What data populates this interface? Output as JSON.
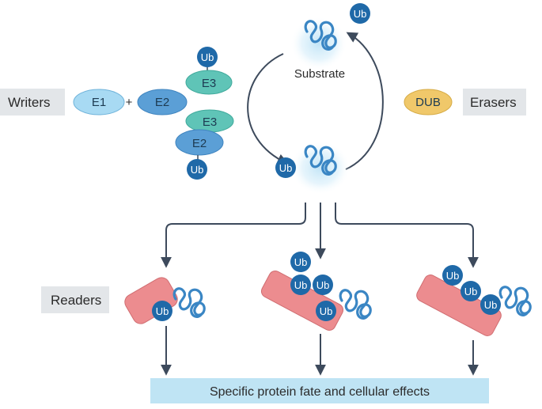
{
  "labels": {
    "writers": "Writers",
    "erasers": "Erasers",
    "readers": "Readers",
    "substrate": "Substrate",
    "outcome": "Specific protein fate and cellular effects"
  },
  "enzymes": {
    "e1": "E1",
    "plus": "+",
    "e2": "E2",
    "e3": "E3",
    "dub": "DUB"
  },
  "ubiquitin": "Ub",
  "colors": {
    "label_box": "#e3e6e9",
    "outcome_box": "#bfe4f4",
    "ubiquitin": "#1f69a8",
    "substrate_protein": "#3a86c4",
    "substrate_glow": "#bfe3f6",
    "e1": "#a8daf3",
    "e2": "#5b9fd6",
    "e3": "#5fc4b7",
    "dub": "#f0c86a",
    "reader_protein": "#ec8c8f",
    "arrow": "#3d4a5c"
  },
  "icons": [
    "ubiquitin-icon",
    "substrate-protein-icon",
    "reader-protein-icon",
    "arrow-icon"
  ]
}
